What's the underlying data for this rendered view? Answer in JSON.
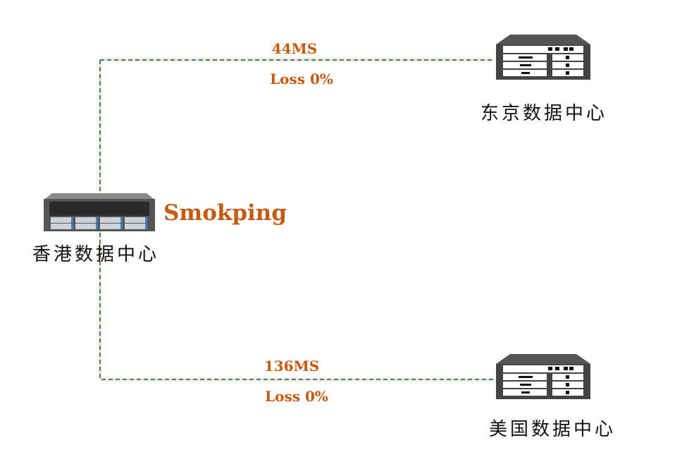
{
  "source": {
    "name": "香港数据中心",
    "label": "Smokping",
    "icon": "server-icon"
  },
  "links": [
    {
      "target": "东京数据中心",
      "latency": "44MS",
      "loss": "Loss 0%",
      "icon": "rack-icon"
    },
    {
      "target": "美国数据中心",
      "latency": "136MS",
      "loss": "Loss 0%",
      "icon": "rack-icon"
    }
  ],
  "colors": {
    "accent": "#c55a11",
    "line": "#4472c4",
    "line_glow": "#f5e6a8"
  }
}
